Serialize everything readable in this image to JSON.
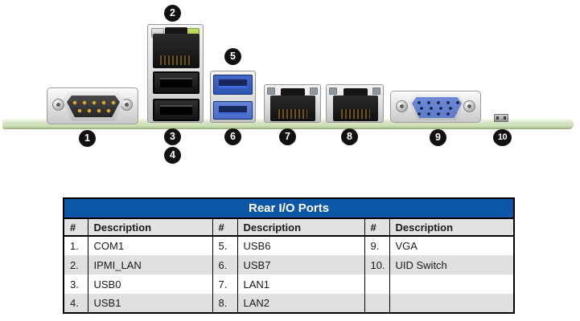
{
  "colors": {
    "table_header_blue": "#0e57a7",
    "row_alt_gray": "#e0e0e0",
    "header_row_gray": "#e2e2e2",
    "pcb_green": "#d5e5c2",
    "usb3_blue": "#2f55b5",
    "vga_blue": "#5d7bca",
    "led_green": "#a6c93e",
    "callout_black": "#111111"
  },
  "diagram": {
    "description": "Rear I/O panel photo with numbered callouts",
    "callouts": [
      "1",
      "2",
      "3",
      "4",
      "5",
      "6",
      "7",
      "8",
      "9",
      "10"
    ],
    "icons": [
      "db9-serial-port",
      "rj45-lan-port",
      "usb2-port",
      "usb2-port",
      "usb3-port",
      "usb3-port",
      "rj45-lan-port",
      "rj45-lan-port",
      "vga-port",
      "uid-switch"
    ]
  },
  "table": {
    "title": "Rear I/O Ports",
    "headers": [
      "#",
      "Description",
      "#",
      "Description",
      "#",
      "Description"
    ],
    "rows": [
      [
        "1.",
        "COM1",
        "5.",
        "USB6",
        "9.",
        "VGA"
      ],
      [
        "2.",
        "IPMI_LAN",
        "6.",
        "USB7",
        "10.",
        "UID Switch"
      ],
      [
        "3.",
        "USB0",
        "7.",
        "LAN1",
        "",
        ""
      ],
      [
        "4.",
        "USB1",
        "8.",
        "LAN2",
        "",
        ""
      ]
    ]
  }
}
